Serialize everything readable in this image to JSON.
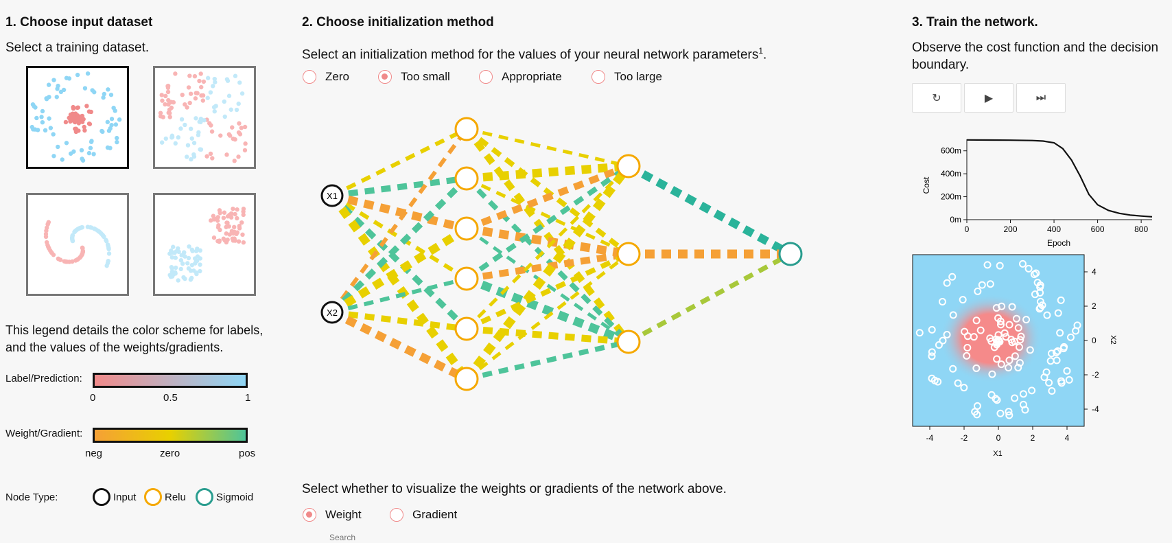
{
  "section1": {
    "title": "1. Choose input dataset",
    "subtitle": "Select a training dataset."
  },
  "section2": {
    "title": "2. Choose initialization method",
    "subtitle": "Select an initialization method for the values of your neural network parameters",
    "footnote": "1",
    "period": ".",
    "options": [
      {
        "label": "Zero",
        "selected": false
      },
      {
        "label": "Too small",
        "selected": true
      },
      {
        "label": "Appropriate",
        "selected": false
      },
      {
        "label": "Too large",
        "selected": false
      }
    ]
  },
  "section3": {
    "title": "3. Train the network.",
    "subtitle": "Observe the cost function and the decision boundary."
  },
  "buttons": {
    "reset_icon": "↻",
    "play_icon": "▶",
    "step_icon": "⏭"
  },
  "legend": {
    "intro": "This legend details the color scheme for labels, and the values of the weights/gradients.",
    "label_title": "Label/Prediction:",
    "label_ticks": [
      "0",
      "0.5",
      "1"
    ],
    "weight_title": "Weight/Gradient:",
    "weight_ticks": [
      "neg",
      "zero",
      "pos"
    ],
    "node_title": "Node Type:",
    "node_types": [
      "Input",
      "Relu",
      "Sigmoid"
    ]
  },
  "colors": {
    "neg": "#f5a036",
    "zero": "#e8d000",
    "pos": "#4ec49a",
    "label_red": "#f08a8a",
    "label_blue": "#8fd6f5",
    "relu": "#f5a800",
    "sigmoid": "#2a9d8f"
  },
  "network": {
    "inputs": [
      "X1",
      "X2"
    ]
  },
  "visualize": {
    "prompt": "Select whether to visualize the weights or gradients of the network above.",
    "options": [
      {
        "label": "Weight",
        "selected": true
      },
      {
        "label": "Gradient",
        "selected": false
      }
    ],
    "search_placeholder": "Search"
  },
  "cost_chart": {
    "ylabel": "Cost",
    "xlabel": "Epoch",
    "yticks": [
      "0m",
      "200m",
      "400m",
      "600m"
    ],
    "xticks": [
      "0",
      "200",
      "400",
      "600",
      "800"
    ]
  },
  "boundary_chart": {
    "xlabel": "X1",
    "ylabel": "X2",
    "xticks": [
      "-4",
      "-2",
      "0",
      "2",
      "4"
    ],
    "yticks": [
      "4",
      "2",
      "0",
      "-2",
      "-4"
    ]
  },
  "chart_data": {
    "type": "line",
    "xlabel": "Epoch",
    "ylabel": "Cost",
    "x": [
      0,
      100,
      200,
      300,
      350,
      400,
      440,
      480,
      520,
      560,
      600,
      650,
      700,
      750,
      800,
      850
    ],
    "y": [
      0.695,
      0.694,
      0.693,
      0.69,
      0.685,
      0.67,
      0.62,
      0.52,
      0.38,
      0.22,
      0.13,
      0.08,
      0.055,
      0.04,
      0.032,
      0.025
    ],
    "xlim": [
      0,
      850
    ],
    "ylim": [
      0,
      0.7
    ]
  }
}
